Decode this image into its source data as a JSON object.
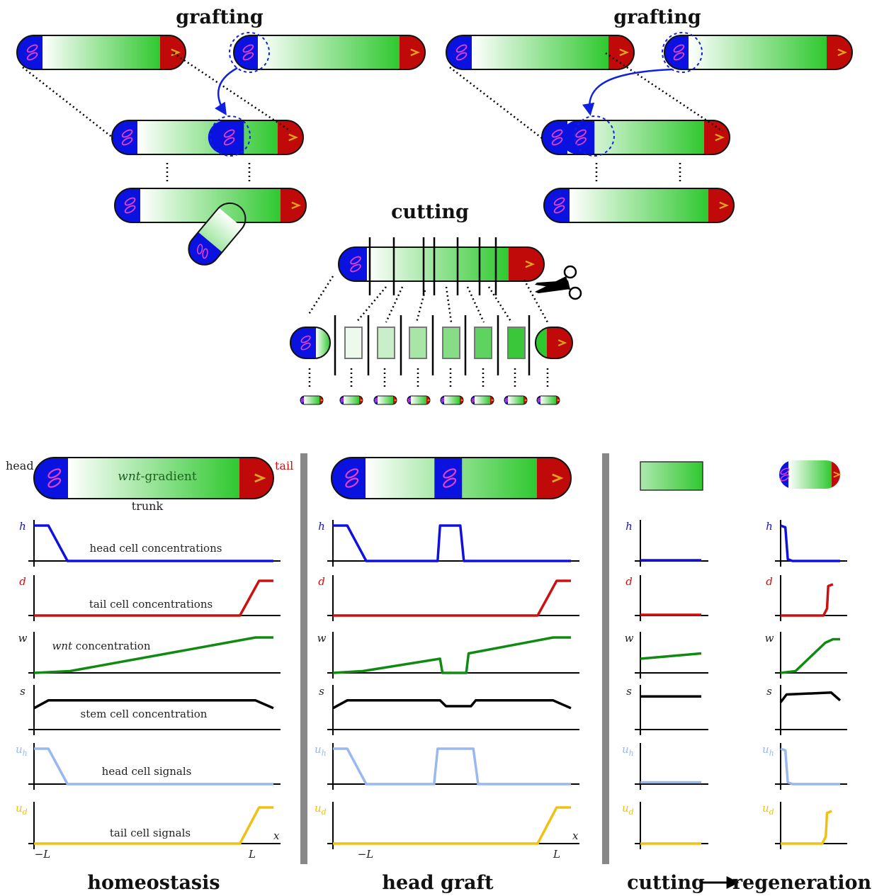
{
  "titles": {
    "grafting_left": "grafting",
    "grafting_right": "grafting",
    "cutting": "cutting",
    "homeostasis": "homeostasis",
    "head_graft": "head graft",
    "cutting_regen_a": "cutting",
    "cutting_regen_b": "regeneration"
  },
  "worm_labels": {
    "head": "head",
    "tail": "tail",
    "trunk": "trunk",
    "gradient_italic": "wnt",
    "gradient_rest": "-gradient"
  },
  "colors": {
    "head": "#0a12e0",
    "tail": "#c00a0a",
    "green": "#2fc82f",
    "eye": "#e040d0",
    "chevron": "#e0a020",
    "h": "#1010e0",
    "d": "#cc1010",
    "w": "#108a10",
    "s": "#000000",
    "uh": "#9ab8f0",
    "ud": "#f2c010",
    "separator": "#888888"
  },
  "plot_labels": {
    "h": "h",
    "d": "d",
    "w": "w",
    "s": "s",
    "uh_base": "u",
    "uh_sub": "h",
    "ud_base": "u",
    "ud_sub": "d",
    "x": "x",
    "minus_L": "−L",
    "L": "L"
  },
  "annotations": {
    "h": "head cell concentrations",
    "d": "tail cell concentrations",
    "w_italic": "wnt",
    "w_rest": " concentration",
    "s": "stem cell concentration",
    "uh": "head cell signals",
    "ud": "tail cell signals"
  },
  "chart_data": [
    {
      "type": "line",
      "title": "homeostasis",
      "xlabel": "x",
      "xticks": [
        "−L",
        "L"
      ],
      "x_range": [
        -1,
        1
      ],
      "series": [
        {
          "name": "h",
          "label": "head cell concentrations",
          "points": [
            [
              -1,
              1
            ],
            [
              -0.88,
              1
            ],
            [
              -0.72,
              0
            ],
            [
              1,
              0
            ]
          ]
        },
        {
          "name": "d",
          "label": "tail cell concentrations",
          "points": [
            [
              -1,
              0
            ],
            [
              0.72,
              0
            ],
            [
              0.88,
              1
            ],
            [
              1,
              1
            ]
          ]
        },
        {
          "name": "w",
          "label": "wnt concentration",
          "points": [
            [
              -1,
              0
            ],
            [
              -0.7,
              0.05
            ],
            [
              0.85,
              1
            ],
            [
              1,
              1
            ]
          ]
        },
        {
          "name": "s",
          "label": "stem cell concentration",
          "points": [
            [
              -1,
              0.55
            ],
            [
              -0.88,
              0.75
            ],
            [
              0.85,
              0.75
            ],
            [
              1,
              0.55
            ]
          ]
        },
        {
          "name": "uh",
          "label": "head cell signals",
          "points": [
            [
              -1,
              1
            ],
            [
              -0.88,
              1
            ],
            [
              -0.72,
              0
            ],
            [
              1,
              0
            ]
          ]
        },
        {
          "name": "ud",
          "label": "tail cell signals",
          "points": [
            [
              -1,
              0
            ],
            [
              0.72,
              0
            ],
            [
              0.88,
              1
            ],
            [
              1,
              1
            ]
          ]
        }
      ]
    },
    {
      "type": "line",
      "title": "head graft",
      "xlabel": "x",
      "xticks": [
        "−L",
        "L"
      ],
      "x_range": [
        -1,
        1
      ],
      "series": [
        {
          "name": "h",
          "points": [
            [
              -1,
              1
            ],
            [
              -0.88,
              1
            ],
            [
              -0.72,
              0
            ],
            [
              -0.12,
              0
            ],
            [
              -0.1,
              1
            ],
            [
              0.07,
              1
            ],
            [
              0.1,
              0
            ],
            [
              1,
              0
            ]
          ]
        },
        {
          "name": "d",
          "points": [
            [
              -1,
              0
            ],
            [
              0.72,
              0
            ],
            [
              0.88,
              1
            ],
            [
              1,
              1
            ]
          ]
        },
        {
          "name": "w",
          "points": [
            [
              -1,
              0
            ],
            [
              -0.75,
              0.05
            ],
            [
              -0.1,
              0.4
            ],
            [
              -0.08,
              0
            ],
            [
              0.12,
              0
            ],
            [
              0.14,
              0.55
            ],
            [
              0.85,
              1
            ],
            [
              1,
              1
            ]
          ]
        },
        {
          "name": "s",
          "points": [
            [
              -1,
              0.55
            ],
            [
              -0.88,
              0.75
            ],
            [
              -0.1,
              0.75
            ],
            [
              -0.05,
              0.6
            ],
            [
              0.16,
              0.6
            ],
            [
              0.2,
              0.75
            ],
            [
              0.85,
              0.75
            ],
            [
              1,
              0.55
            ]
          ]
        },
        {
          "name": "uh",
          "points": [
            [
              -1,
              1
            ],
            [
              -0.88,
              1
            ],
            [
              -0.72,
              0
            ],
            [
              -0.15,
              0
            ],
            [
              -0.12,
              1
            ],
            [
              0.18,
              1
            ],
            [
              0.22,
              0
            ],
            [
              1,
              0
            ]
          ]
        },
        {
          "name": "ud",
          "points": [
            [
              -1,
              0
            ],
            [
              0.72,
              0
            ],
            [
              0.88,
              1
            ],
            [
              1,
              1
            ]
          ]
        }
      ]
    },
    {
      "type": "line",
      "title": "cutting",
      "x_range": [
        0,
        1
      ],
      "series": [
        {
          "name": "h",
          "points": [
            [
              0,
              0.02
            ],
            [
              1,
              0.02
            ]
          ]
        },
        {
          "name": "d",
          "points": [
            [
              0,
              0.02
            ],
            [
              1,
              0.02
            ]
          ]
        },
        {
          "name": "w",
          "points": [
            [
              0,
              0.4
            ],
            [
              1,
              0.55
            ]
          ]
        },
        {
          "name": "s",
          "points": [
            [
              0,
              0.85
            ],
            [
              1,
              0.85
            ]
          ]
        },
        {
          "name": "uh",
          "points": [
            [
              0,
              0.05
            ],
            [
              1,
              0.05
            ]
          ]
        },
        {
          "name": "ud",
          "points": [
            [
              0,
              0
            ],
            [
              1,
              0
            ]
          ]
        }
      ]
    },
    {
      "type": "line",
      "title": "regeneration",
      "x_range": [
        0,
        1
      ],
      "series": [
        {
          "name": "h",
          "points": [
            [
              0,
              1
            ],
            [
              0.08,
              0.95
            ],
            [
              0.12,
              0.05
            ],
            [
              0.2,
              0
            ],
            [
              1,
              0
            ]
          ]
        },
        {
          "name": "d",
          "points": [
            [
              0,
              0
            ],
            [
              0.72,
              0
            ],
            [
              0.78,
              0.2
            ],
            [
              0.8,
              0.85
            ],
            [
              0.88,
              0.9
            ]
          ]
        },
        {
          "name": "w",
          "points": [
            [
              0,
              0
            ],
            [
              0.25,
              0.05
            ],
            [
              0.75,
              0.85
            ],
            [
              0.88,
              0.95
            ],
            [
              1,
              0.95
            ]
          ]
        },
        {
          "name": "s",
          "points": [
            [
              0,
              0.7
            ],
            [
              0.1,
              0.9
            ],
            [
              0.85,
              0.95
            ],
            [
              1,
              0.75
            ]
          ]
        },
        {
          "name": "uh",
          "points": [
            [
              0,
              1
            ],
            [
              0.08,
              0.95
            ],
            [
              0.12,
              0.05
            ],
            [
              0.2,
              0
            ],
            [
              1,
              0
            ]
          ]
        },
        {
          "name": "ud",
          "points": [
            [
              0,
              0
            ],
            [
              0.7,
              0
            ],
            [
              0.76,
              0.2
            ],
            [
              0.78,
              0.85
            ],
            [
              0.86,
              0.9
            ]
          ]
        }
      ]
    }
  ]
}
